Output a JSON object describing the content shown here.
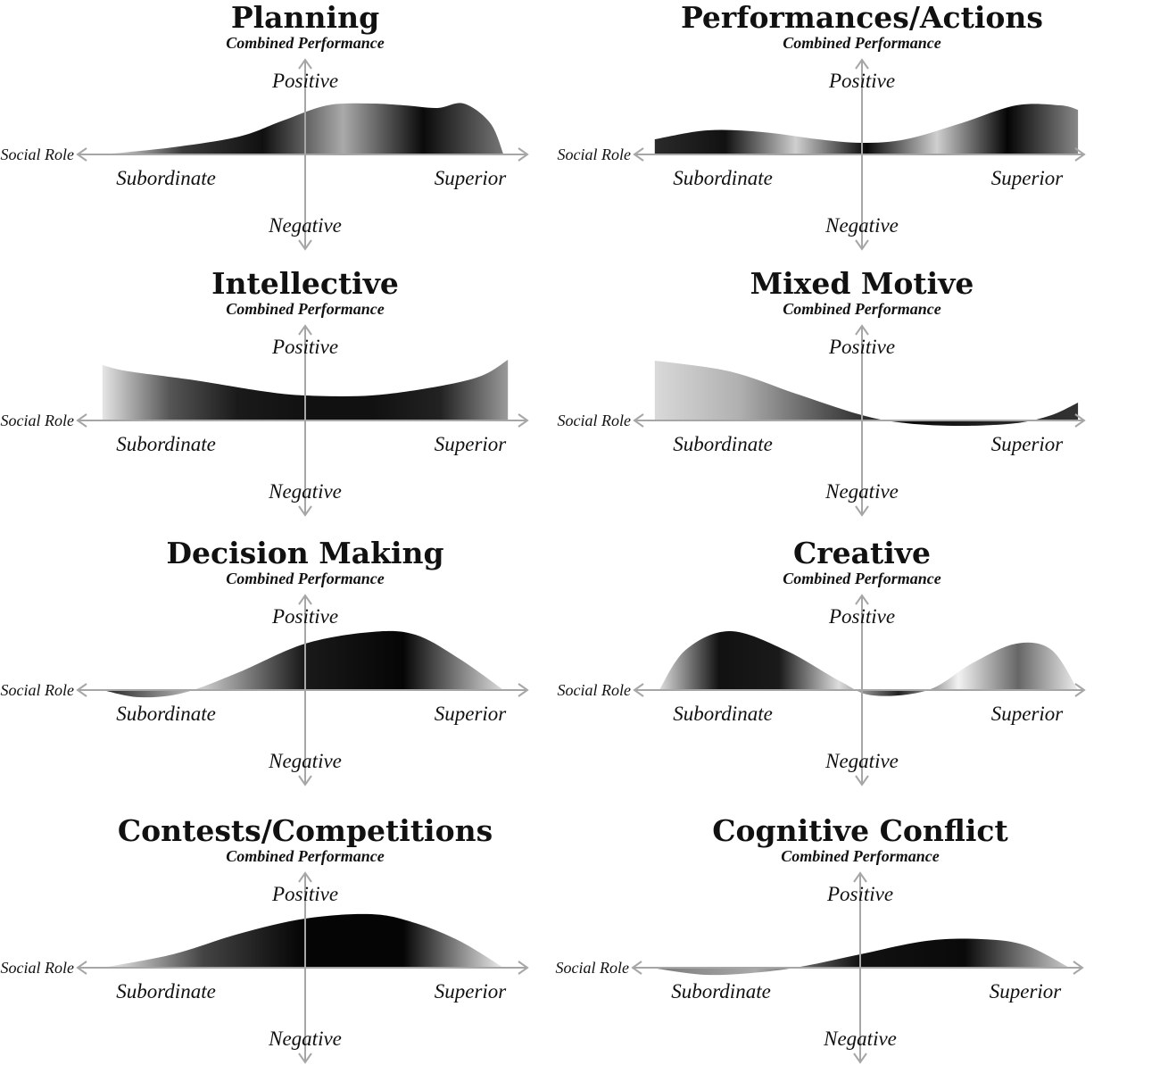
{
  "chart_data": [
    {
      "type": "area",
      "title": "Planning",
      "ylabel": "Combined Performance",
      "y_positive": "Positive",
      "y_negative": "Negative",
      "xlabel": "Social Role",
      "x_low": "Subordinate",
      "x_high": "Superior",
      "xlim": [
        -1,
        1
      ],
      "ylim": [
        -1,
        1
      ],
      "x": [
        -0.92,
        -0.6,
        -0.3,
        -0.1,
        0.1,
        0.3,
        0.45,
        0.6,
        0.72,
        0.84,
        0.9
      ],
      "values": [
        0.0,
        0.08,
        0.2,
        0.38,
        0.55,
        0.57,
        0.55,
        0.52,
        0.57,
        0.35,
        0.0
      ],
      "shading": [
        "#f2f2f2",
        "#3a3a3a",
        "#101010",
        "#aaaaaa",
        "#0a0a0a",
        "#777777"
      ]
    },
    {
      "type": "area",
      "title": "Performances/Actions",
      "ylabel": "Combined Performance",
      "y_positive": "Positive",
      "y_negative": "Negative",
      "xlabel": "Social Role",
      "x_low": "Subordinate",
      "x_high": "Superior",
      "xlim": [
        -1,
        1
      ],
      "ylim": [
        -1,
        1
      ],
      "x": [
        -0.94,
        -0.7,
        -0.45,
        -0.2,
        0.0,
        0.2,
        0.45,
        0.7,
        0.9,
        0.98
      ],
      "values": [
        0.17,
        0.27,
        0.25,
        0.17,
        0.13,
        0.17,
        0.35,
        0.55,
        0.55,
        0.5
      ],
      "shading": [
        "#2a2a2a",
        "#111111",
        "#cfcfcf",
        "#0a0a0a",
        "#cfcfcf",
        "#050505",
        "#888888"
      ]
    },
    {
      "type": "area",
      "title": "Intellective",
      "ylabel": "Combined Performance",
      "y_positive": "Positive",
      "y_negative": "Negative",
      "xlabel": "Social Role",
      "x_low": "Subordinate",
      "x_high": "Superior",
      "xlim": [
        -1,
        1
      ],
      "ylim": [
        -1,
        1
      ],
      "x": [
        -0.92,
        -0.8,
        -0.5,
        -0.2,
        0.0,
        0.3,
        0.6,
        0.8,
        0.92
      ],
      "values": [
        0.62,
        0.55,
        0.45,
        0.33,
        0.28,
        0.28,
        0.38,
        0.5,
        0.68
      ],
      "shading": [
        "#e5e5e5",
        "#555555",
        "#1a1a1a",
        "#111111",
        "#111111",
        "#222222",
        "#9a9a9a"
      ]
    },
    {
      "type": "area",
      "title": "Mixed Motive",
      "ylabel": "Combined Performance",
      "y_positive": "Positive",
      "y_negative": "Negative",
      "xlabel": "Social Role",
      "x_low": "Subordinate",
      "x_high": "Superior",
      "xlim": [
        -1,
        1
      ],
      "ylim": [
        -1,
        1
      ],
      "x": [
        -0.94,
        -0.6,
        -0.3,
        0.0,
        0.2,
        0.45,
        0.7,
        0.86,
        0.98
      ],
      "values": [
        0.67,
        0.55,
        0.3,
        0.06,
        -0.03,
        -0.06,
        -0.03,
        0.06,
        0.2
      ],
      "shading": [
        "#d9d9d9",
        "#b0b0b0",
        "#555555",
        "#0a0a0a",
        "#222222",
        "#333333"
      ]
    },
    {
      "type": "area",
      "title": "Decision Making",
      "ylabel": "Combined Performance",
      "y_positive": "Positive",
      "y_negative": "Negative",
      "xlabel": "Social Role",
      "x_low": "Subordinate",
      "x_high": "Superior",
      "xlim": [
        -1,
        1
      ],
      "ylim": [
        -1,
        1
      ],
      "x": [
        -0.92,
        -0.75,
        -0.55,
        -0.3,
        0.0,
        0.3,
        0.5,
        0.7,
        0.9
      ],
      "values": [
        0.0,
        -0.08,
        -0.03,
        0.2,
        0.52,
        0.65,
        0.62,
        0.35,
        0.0
      ],
      "shading": [
        "#222222",
        "#cccccc",
        "#1a1a1a",
        "#050505",
        "#dddddd"
      ]
    },
    {
      "type": "area",
      "title": "Creative",
      "ylabel": "Combined Performance",
      "y_positive": "Positive",
      "y_negative": "Negative",
      "xlabel": "Social Role",
      "x_low": "Subordinate",
      "x_high": "Superior",
      "xlim": [
        -1,
        1
      ],
      "ylim": [
        -1,
        1
      ],
      "x": [
        -0.92,
        -0.8,
        -0.6,
        -0.35,
        -0.1,
        0.05,
        0.3,
        0.5,
        0.7,
        0.86,
        0.98
      ],
      "values": [
        0.0,
        0.45,
        0.66,
        0.45,
        0.1,
        -0.06,
        0.0,
        0.3,
        0.52,
        0.45,
        0.0
      ],
      "shading": [
        "#dddddd",
        "#111111",
        "#1a1a1a",
        "#dddddd",
        "#222222",
        "#f2f2f2",
        "#666666",
        "#eeeeee"
      ]
    },
    {
      "type": "area",
      "title": "Contests/Competitions",
      "ylabel": "Combined Performance",
      "y_positive": "Positive",
      "y_negative": "Negative",
      "xlabel": "Social Role",
      "x_low": "Subordinate",
      "x_high": "Superior",
      "xlim": [
        -1,
        1
      ],
      "ylim": [
        -1,
        1
      ],
      "x": [
        -0.92,
        -0.6,
        -0.3,
        0.0,
        0.3,
        0.5,
        0.7,
        0.9
      ],
      "values": [
        0.0,
        0.15,
        0.38,
        0.55,
        0.6,
        0.5,
        0.3,
        0.0
      ],
      "shading": [
        "#f5f5f5",
        "#444444",
        "#050505",
        "#050505",
        "#eeeeee"
      ]
    },
    {
      "type": "area",
      "title": "Cognitive Conflict",
      "ylabel": "Combined Performance",
      "y_positive": "Positive",
      "y_negative": "Negative",
      "xlabel": "Social Role",
      "x_low": "Subordinate",
      "x_high": "Superior",
      "xlim": [
        -1,
        1
      ],
      "ylim": [
        -1,
        1
      ],
      "x": [
        -0.95,
        -0.7,
        -0.45,
        -0.25,
        0.0,
        0.3,
        0.55,
        0.75,
        0.95
      ],
      "values": [
        0.0,
        -0.08,
        -0.05,
        0.02,
        0.15,
        0.3,
        0.32,
        0.25,
        0.0
      ],
      "shading": [
        "#777777",
        "#aaaaaa",
        "#111111",
        "#0a0a0a",
        "#cccccc"
      ]
    }
  ]
}
